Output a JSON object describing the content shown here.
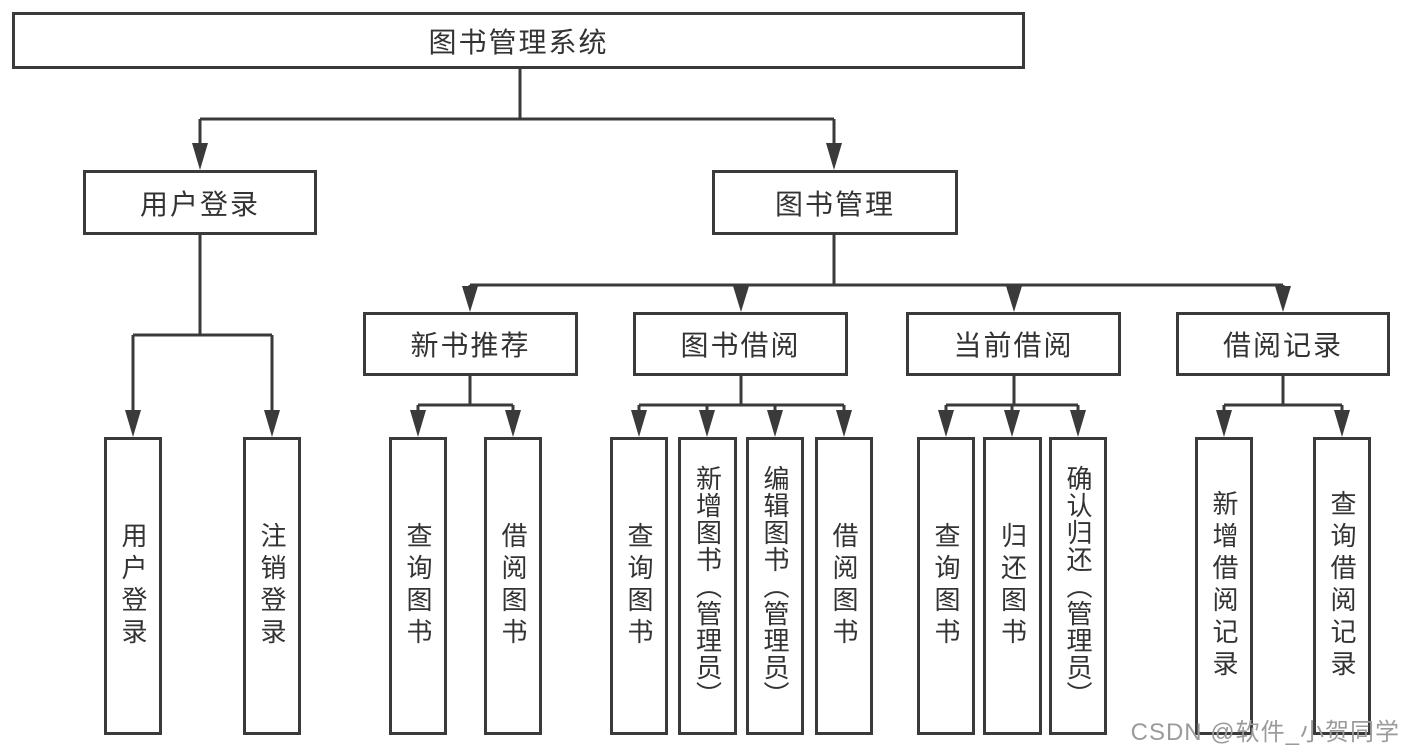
{
  "colors": {
    "background": "#ffffff",
    "line": "#3a3a3a",
    "box_border": "#3a3a3a",
    "text": "#333333",
    "watermark": "#9b9b9b"
  },
  "watermark": {
    "text": "CSDN @软件_小贺同学"
  },
  "nodes": {
    "root": {
      "label": "图书管理系统"
    },
    "user_login": {
      "label": "用户登录"
    },
    "book_mgmt": {
      "label": "图书管理"
    },
    "new_book_rec": {
      "label": "新书推荐"
    },
    "book_borrow": {
      "label": "图书借阅"
    },
    "current_borrow": {
      "label": "当前借阅"
    },
    "borrow_records": {
      "label": "借阅记录"
    },
    "leaf_user_login": {
      "label": "用户登录"
    },
    "leaf_logout": {
      "label": "注销登录"
    },
    "leaf_query_book_a": {
      "label": "查询图书"
    },
    "leaf_borrow_book_a": {
      "label": "借阅图书"
    },
    "leaf_query_book_b": {
      "label": "查询图书"
    },
    "leaf_add_book": {
      "label": "新增图书（管理员）"
    },
    "leaf_edit_book": {
      "label": "编辑图书（管理员）"
    },
    "leaf_borrow_book_b": {
      "label": "借阅图书"
    },
    "leaf_query_book_c": {
      "label": "查询图书"
    },
    "leaf_return_book": {
      "label": "归还图书"
    },
    "leaf_confirm_return": {
      "label": "确认归还（管理员）"
    },
    "leaf_add_record": {
      "label": "新增借阅记录"
    },
    "leaf_query_record": {
      "label": "查询借阅记录"
    }
  },
  "structure": {
    "label": "图书管理系统",
    "children": [
      {
        "label": "用户登录",
        "children": [
          {
            "label": "用户登录"
          },
          {
            "label": "注销登录"
          }
        ]
      },
      {
        "label": "图书管理",
        "children": [
          {
            "label": "新书推荐",
            "children": [
              {
                "label": "查询图书"
              },
              {
                "label": "借阅图书"
              }
            ]
          },
          {
            "label": "图书借阅",
            "children": [
              {
                "label": "查询图书"
              },
              {
                "label": "新增图书（管理员）"
              },
              {
                "label": "编辑图书（管理员）"
              },
              {
                "label": "借阅图书"
              }
            ]
          },
          {
            "label": "当前借阅",
            "children": [
              {
                "label": "查询图书"
              },
              {
                "label": "归还图书"
              },
              {
                "label": "确认归还（管理员）"
              }
            ]
          },
          {
            "label": "借阅记录",
            "children": [
              {
                "label": "新增借阅记录"
              },
              {
                "label": "查询借阅记录"
              }
            ]
          }
        ]
      }
    ]
  }
}
